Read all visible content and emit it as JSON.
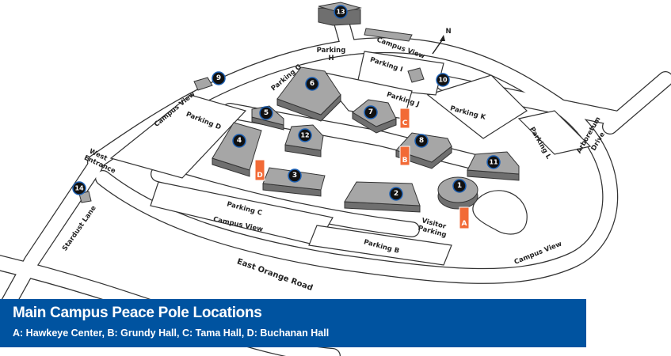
{
  "title": "Main Campus Peace Pole Locations",
  "subtitle": "A: Hawkeye Center, B: Grundy Hall, C: Tama Hall, D: Buchanan Hall",
  "colors": {
    "banner": "#0053a0",
    "pole_marker": "#f26a36",
    "building": "#a6a6a6",
    "marker": "#111111",
    "marker_ring": "#1a5fb4"
  },
  "north_label": "N",
  "buildings": [
    "1",
    "2",
    "3",
    "4",
    "5",
    "6",
    "7",
    "8",
    "9",
    "10",
    "11",
    "12",
    "13",
    "14"
  ],
  "peace_poles": [
    "A",
    "B",
    "C",
    "D"
  ],
  "labels": {
    "parking_h": [
      "Parking",
      "H"
    ],
    "parking_i": "Parking I",
    "parking_g": "Parking G",
    "parking_j": "Parking J",
    "parking_k": "Parking K",
    "parking_d": "Parking D",
    "parking_l": "Parking L",
    "parking_c": "Parking C",
    "parking_b": "Parking B",
    "visitor_parking": [
      "Visitor",
      "Parking"
    ],
    "west_entrance": [
      "West",
      "Entrance"
    ],
    "arboretum_drive": [
      "Arboretum",
      "Drive"
    ],
    "campus_view": "Campus View",
    "east_orange_road": "East Orange Road",
    "stardust_lane": "Stardust Lane"
  }
}
